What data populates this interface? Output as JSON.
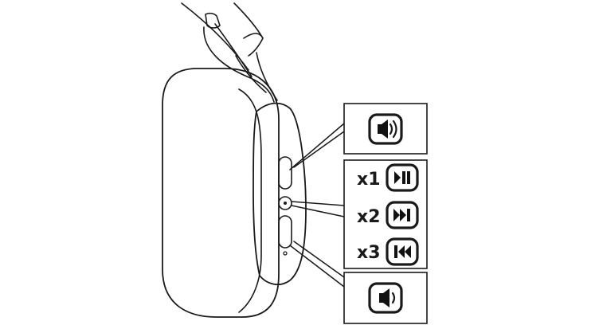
{
  "colors": {
    "ink": "#1a1a1a",
    "paper": "#ffffff"
  },
  "callouts": {
    "volume_up": {
      "icon": "volume-up-icon"
    },
    "multifunction": [
      {
        "press": "x1",
        "icon": "play-pause-icon"
      },
      {
        "press": "x2",
        "icon": "next-track-icon"
      },
      {
        "press": "x3",
        "icon": "previous-track-icon"
      }
    ],
    "volume_down": {
      "icon": "volume-down-icon"
    }
  }
}
